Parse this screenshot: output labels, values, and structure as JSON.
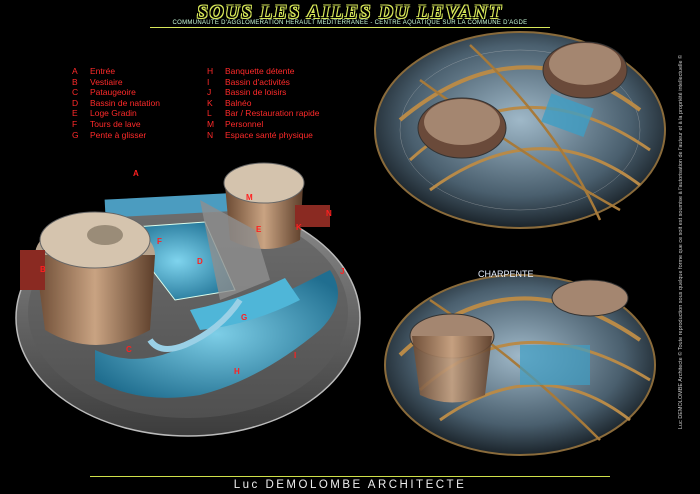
{
  "header": {
    "title": "SOUS LES AILES DU LEVANT",
    "subtitle": "COMMUNAUTE D'AGGLOMERATION HERAULT MEDITERRANEE - CENTRE AQUATIQUE SUR LA COMMUNE D'AGDE"
  },
  "legend": {
    "col1": [
      {
        "key": "A",
        "label": "Entrée"
      },
      {
        "key": "B",
        "label": "Vestiaire"
      },
      {
        "key": "C",
        "label": "Pataugeoire"
      },
      {
        "key": "D",
        "label": "Bassin de natation"
      },
      {
        "key": "E",
        "label": "Loge Gradin"
      },
      {
        "key": "F",
        "label": "Tours de lave"
      },
      {
        "key": "G",
        "label": "Pente à glisser"
      }
    ],
    "col2": [
      {
        "key": "H",
        "label": "Banquette détente"
      },
      {
        "key": "I",
        "label": "Bassin d'activités"
      },
      {
        "key": "J",
        "label": "Bassin de loisirs"
      },
      {
        "key": "K",
        "label": "Balnéo"
      },
      {
        "key": "L",
        "label": "Bar / Restauration rapide"
      },
      {
        "key": "M",
        "label": "Personnel"
      },
      {
        "key": "N",
        "label": "Espace santé physique"
      }
    ]
  },
  "plan_markers": [
    "A",
    "B",
    "C",
    "D",
    "E",
    "F",
    "G",
    "H",
    "I",
    "J",
    "K",
    "M",
    "N"
  ],
  "charpente_label": "CHARPENTE",
  "footer": {
    "architect": "Luc DEMOLOMBE ARCHITECTE"
  },
  "copyright": "Luc DEMOLOMBE Architecte © Toute reproduction sous quelque forme que ce soit est soumise à l'autorisation de l'auteur et à la propriété intellectuelle ©"
}
